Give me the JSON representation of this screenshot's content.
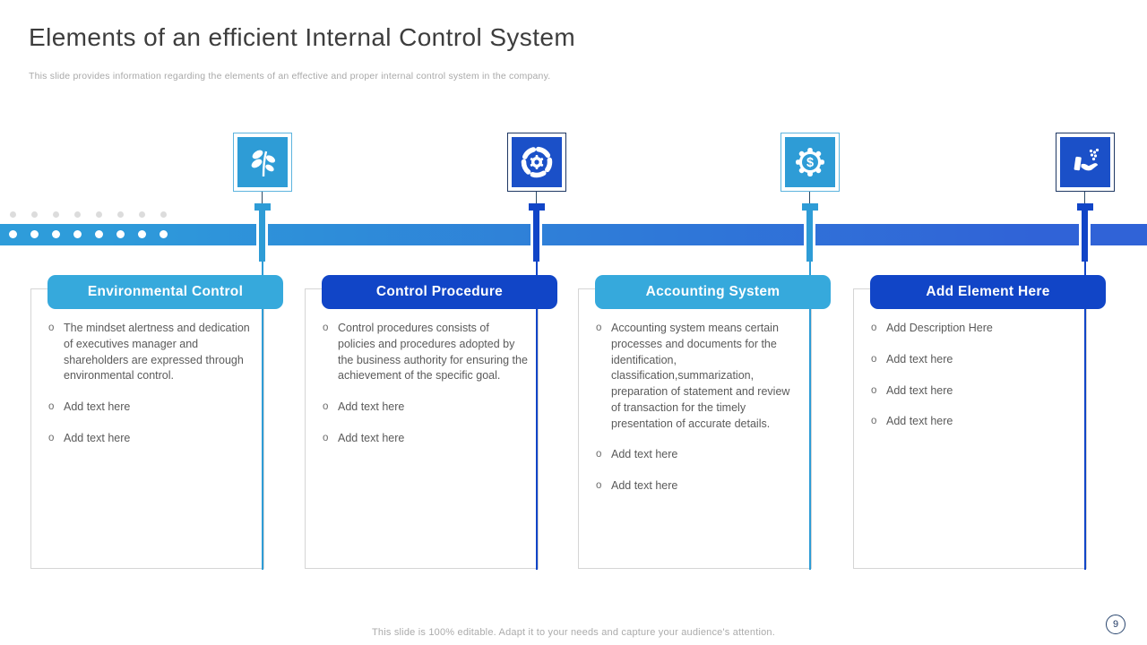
{
  "header": {
    "title": "Elements of an efficient Internal Control System",
    "subtitle": "This slide provides information regarding the elements of an effective and proper internal control system in the company."
  },
  "colors": {
    "light_blue_accent": "#2E9CD6",
    "light_blue_header": "#36A9DC",
    "dark_blue_accent": "#1145C7",
    "timeline_gradient_start": "#2E9CDA",
    "timeline_gradient_end": "#3063D7",
    "body_text": "#5A5A5A",
    "navy_detail": "#1F3864"
  },
  "columns": [
    {
      "title": "Environmental Control",
      "accent": "light",
      "icon": "plant-icon",
      "items": [
        "The mindset alertness and dedication of executives manager and shareholders are expressed through environmental control.",
        "Add text here",
        "Add text here"
      ]
    },
    {
      "title": "Control Procedure",
      "accent": "dark",
      "icon": "rotating-gear-icon",
      "items": [
        "Control procedures consists of policies and procedures adopted by the business authority for ensuring the achievement of the specific goal.",
        "Add text here",
        "Add text here"
      ]
    },
    {
      "title": "Accounting System",
      "accent": "light",
      "icon": "dollar-gear-icon",
      "items": [
        "Accounting system means certain processes and documents for the identification, classification,summarization, preparation of statement and review of transaction for the timely presentation of accurate details.",
        "Add text here",
        "Add text here"
      ]
    },
    {
      "title": "Add Element Here",
      "accent": "dark",
      "icon": "hand-receiving-coins-icon",
      "items": [
        "Add Description Here",
        "Add text here",
        "Add text here",
        "Add text here"
      ]
    }
  ],
  "footer": {
    "note": "This slide is 100% editable. Adapt it to your needs and capture your audience's attention.",
    "page_number": "9"
  }
}
